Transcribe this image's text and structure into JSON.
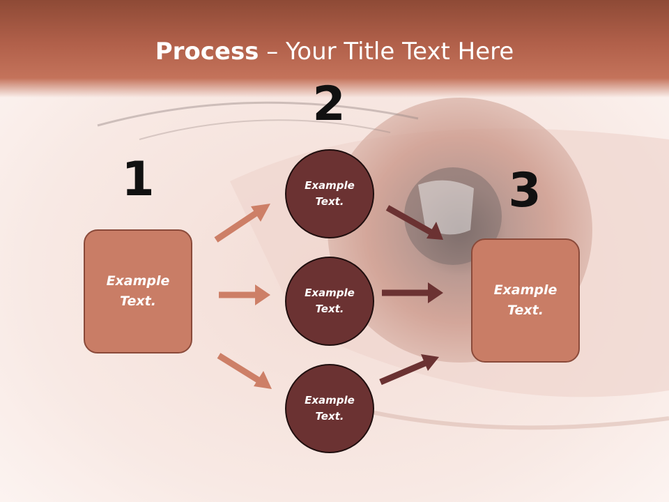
{
  "title": {
    "bold": "Process",
    "rest": " – Your Title Text Here"
  },
  "steps": {
    "one": "1",
    "two": "2",
    "three": "3"
  },
  "boxes": {
    "left": "Example\nText.",
    "right": "Example\nText."
  },
  "circles": [
    "Example\nText.",
    "Example\nText.",
    "Example\nText."
  ],
  "colors": {
    "title_band": "#b1604a",
    "box_fill": "#c97d66",
    "box_border": "#8a4a3a",
    "circle_fill": "#6b3232",
    "light_arrow": "#cd7f67",
    "dark_arrow": "#6b3232"
  }
}
